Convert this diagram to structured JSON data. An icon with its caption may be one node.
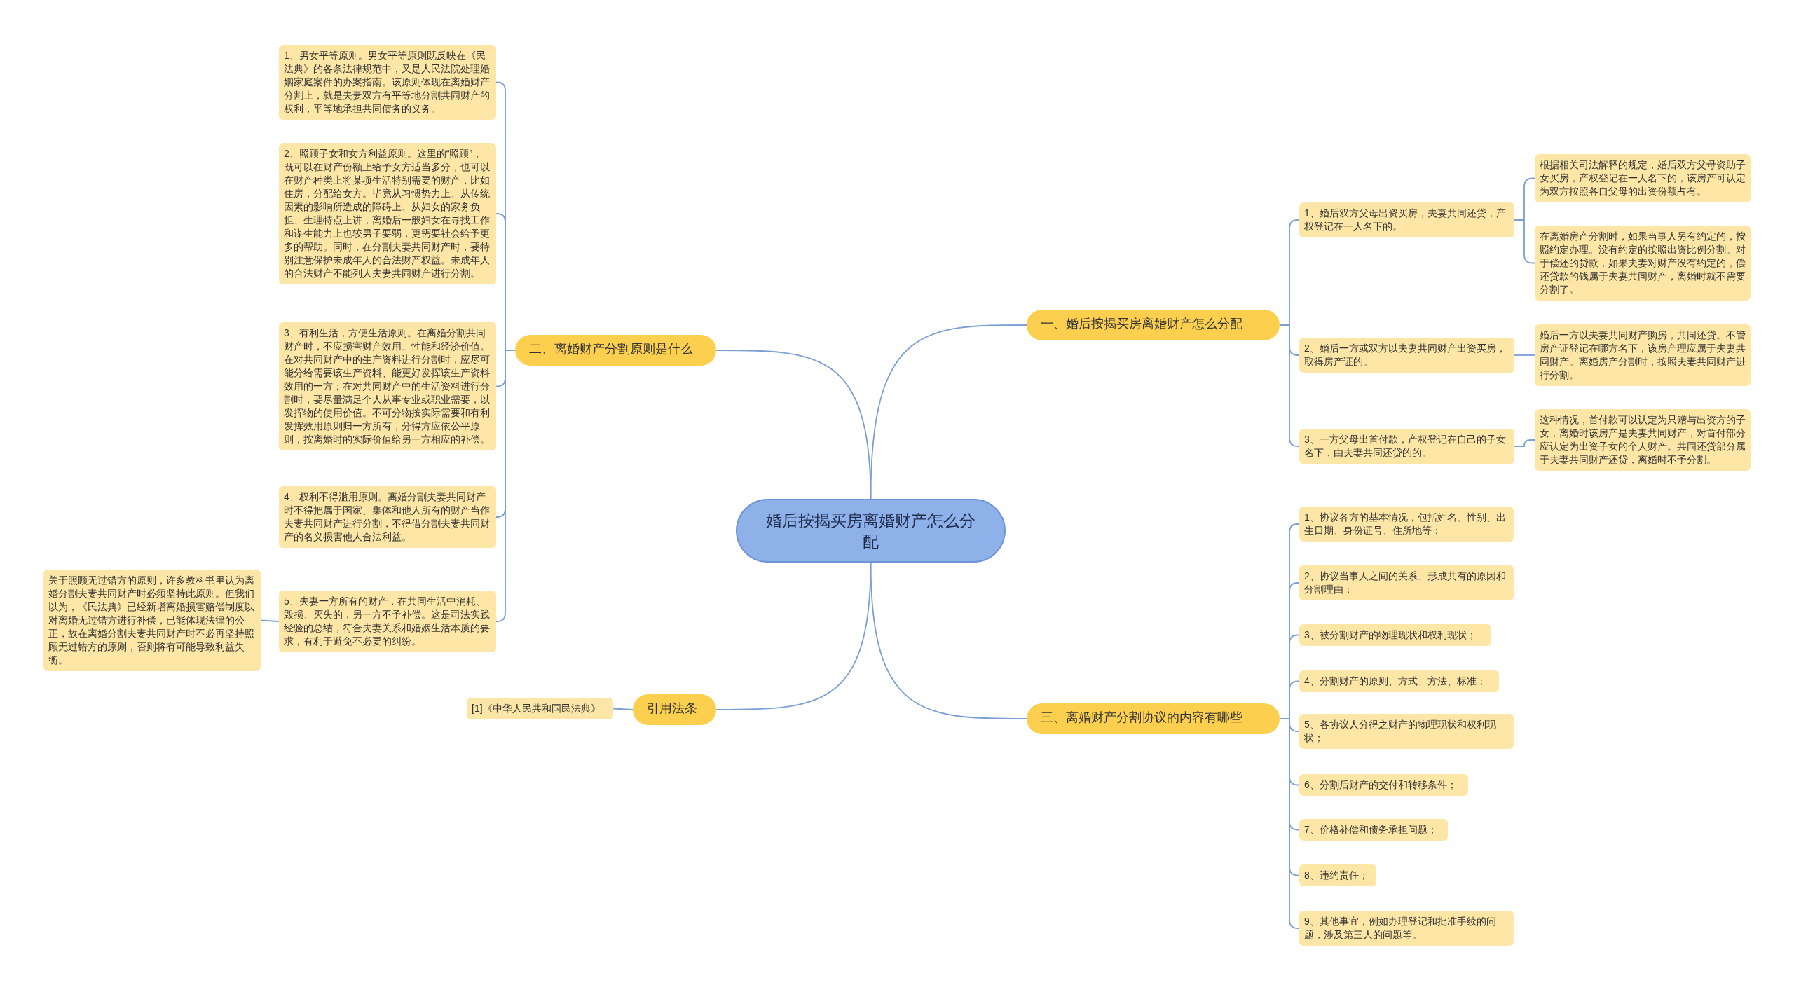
{
  "diagram": {
    "nodes": [
      {
        "text": [
          "婚后按揭买房离婚财产怎么分配"
        ]
      },
      {
        "text": [
          "一、婚后按揭买房离婚财产怎么分配"
        ]
      },
      {
        "text": [
          "1、婚后双方父母出资买房，夫妻共同还贷，产权登记在一人名下的。"
        ]
      },
      {
        "text": [
          "根据相关司法解释的规定，婚后双方父母资助子女买房，产权登记在一人名下的，该房产可认定为双方按照各自父母的出资份额占有。"
        ]
      },
      {
        "text": [
          "在离婚房产分割时，如果当事人另有约定的，按照约定办理。没有约定的按照出资比例分割。对于偿还的贷款，如果夫妻对财产没有约定的，偿还贷款的钱属于夫妻共同财产，离婚时就不需要分割了。"
        ]
      },
      {
        "text": [
          "2、婚后一方或双方以夫妻共同财产出资买房，取得房产证的。"
        ]
      },
      {
        "text": [
          "婚后一方以夫妻共同财产购房，共同还贷。不管房产证登记在哪方名下，该房产理应属于夫妻共同财产。离婚房产分割时，按照夫妻共同财产进行分割。"
        ]
      },
      {
        "text": [
          "3、一方父母出首付款，产权登记在自己的子女名下，由夫妻共同还贷的的。"
        ]
      },
      {
        "text": [
          "这种情况，首付款可以认定为只赠与出资方的子女，离婚时该房产是夫妻共同财产，对首付部分应认定为出资子女的个人财产。共同还贷部分属于夫妻共同财产还贷，离婚时不予分割。"
        ]
      },
      {
        "text": [
          "二、离婚财产分割原则是什么"
        ]
      },
      {
        "text": [
          "1、男女平等原则。男女平等原则既反映在《民法典》的各条法律规范中，又是人民法院处理婚姻家庭案件的办案指南。该原则体现在离婚财产分割上，就是夫妻双方有平等地分割共同财产的权利，平等地承担共同债务的义务。"
        ]
      },
      {
        "text": [
          "2、照顾子女和女方利益原则。这里的“照顾”，既可以在财产份额上给予女方适当多分，也可以在财产种类上将某项生活特别需要的财产，比如住房，分配给女方。毕竟从习惯势力上、从传统因素的影响所造成的障碍上、从妇女的家务负担、生理特点上讲，离婚后一般妇女在寻找工作和谋生能力上也较男子要弱，更需要社会给予更多的帮助。同时，在分割夫妻共同财产时，要特别注意保护未成年人的合法财产权益。未成年人的合法财产不能列人夫妻共同财产进行分割。"
        ]
      },
      {
        "text": [
          "3、有利生活，方便生活原则。在离婚分割共同财产时，不应损害财产效用、性能和经济价值。在对共同财产中的生产资料进行分割时，应尽可能分给需要该生产资料、能更好发挥该生产资料效用的一方；在对共同财产中的生活资料进行分割时，要尽量满足个人从事专业或职业需要，以发挥物的使用价值。不可分物按实际需要和有利发挥效用原则归一方所有，分得方应依公平原则，按离婚时的实际价值给另一方相应的补偿。"
        ]
      },
      {
        "text": [
          "4、权利不得滥用原则。离婚分割夫妻共同财产时不得把属于国家、集体和他人所有的财产当作夫妻共同财产进行分割，不得借分割夫妻共同财产的名义损害他人合法利益。"
        ]
      },
      {
        "text": [
          "5、夫妻一方所有的财产，在共同生活中消耗、毁损、灭失的，另一方不予补偿。这是司法实践经验的总结，符合夫妻关系和婚姻生活本质的要求，有利于避免不必要的纠纷。"
        ]
      },
      {
        "text": [
          "关于照顾无过错方的原则，许多教科书里认为离婚分割夫妻共同财产时必须坚持此原则。但我们以为，《民法典》已经新增离婚损害赔偿制度以对离婚无过错方进行补偿，已能体现法律的公正，故在离婚分割夫妻共同财产时不必再坚持照顾无过错方的原则，否则将有可能导致利益失衡。"
        ]
      },
      {
        "text": [
          "三、离婚财产分割协议的内容有哪些"
        ]
      },
      {
        "text": [
          "1、协议各方的基本情况，包括姓名、性别、出生日期、身份证号、住所地等；"
        ]
      },
      {
        "text": [
          "2、协议当事人之间的关系、形成共有的原因和分割理由；"
        ]
      },
      {
        "text": [
          "3、被分割财产的物理现状和权利现状；"
        ]
      },
      {
        "text": [
          "4、分割财产的原则、方式、方法、标准；"
        ]
      },
      {
        "text": [
          "5、各协议人分得之财产的物理现状和权利现状；"
        ]
      },
      {
        "text": [
          "6、分割后财产的交付和转移条件；"
        ]
      },
      {
        "text": [
          "7、价格补偿和债务承担问题；"
        ]
      },
      {
        "text": [
          "8、违约责任；"
        ]
      },
      {
        "text": [
          "9、其他事宜，例如办理登记和批准手续的问题，涉及第三人的问题等。"
        ]
      },
      {
        "text": [
          "引用法条"
        ]
      },
      {
        "text": [
          "[1]《中华人民共和国民法典》"
        ]
      }
    ],
    "edges": [
      {
        "from": 0,
        "to": 1,
        "arrow": "none"
      },
      {
        "from": 1,
        "to": 2,
        "arrow": "none"
      },
      {
        "from": 2,
        "to": 3,
        "arrow": "none"
      },
      {
        "from": 2,
        "to": 4,
        "arrow": "none"
      },
      {
        "from": 1,
        "to": 5,
        "arrow": "none"
      },
      {
        "from": 5,
        "to": 6,
        "arrow": "none"
      },
      {
        "from": 1,
        "to": 7,
        "arrow": "none"
      },
      {
        "from": 7,
        "to": 8,
        "arrow": "none"
      },
      {
        "from": 0,
        "to": 9,
        "arrow": "none"
      },
      {
        "from": 9,
        "to": 10,
        "arrow": "none"
      },
      {
        "from": 9,
        "to": 11,
        "arrow": "none"
      },
      {
        "from": 9,
        "to": 12,
        "arrow": "none"
      },
      {
        "from": 9,
        "to": 13,
        "arrow": "none"
      },
      {
        "from": 9,
        "to": 14,
        "arrow": "none"
      },
      {
        "from": 14,
        "to": 15,
        "arrow": "none"
      },
      {
        "from": 0,
        "to": 16,
        "arrow": "none"
      },
      {
        "from": 16,
        "to": 17,
        "arrow": "none"
      },
      {
        "from": 16,
        "to": 18,
        "arrow": "none"
      },
      {
        "from": 16,
        "to": 19,
        "arrow": "none"
      },
      {
        "from": 16,
        "to": 20,
        "arrow": "none"
      },
      {
        "from": 16,
        "to": 21,
        "arrow": "none"
      },
      {
        "from": 16,
        "to": 22,
        "arrow": "none"
      },
      {
        "from": 16,
        "to": 23,
        "arrow": "none"
      },
      {
        "from": 16,
        "to": 24,
        "arrow": "none"
      },
      {
        "from": 16,
        "to": 25,
        "arrow": "none"
      },
      {
        "from": 0,
        "to": 26,
        "arrow": "none"
      },
      {
        "from": 26,
        "to": 27,
        "arrow": "none"
      }
    ]
  }
}
